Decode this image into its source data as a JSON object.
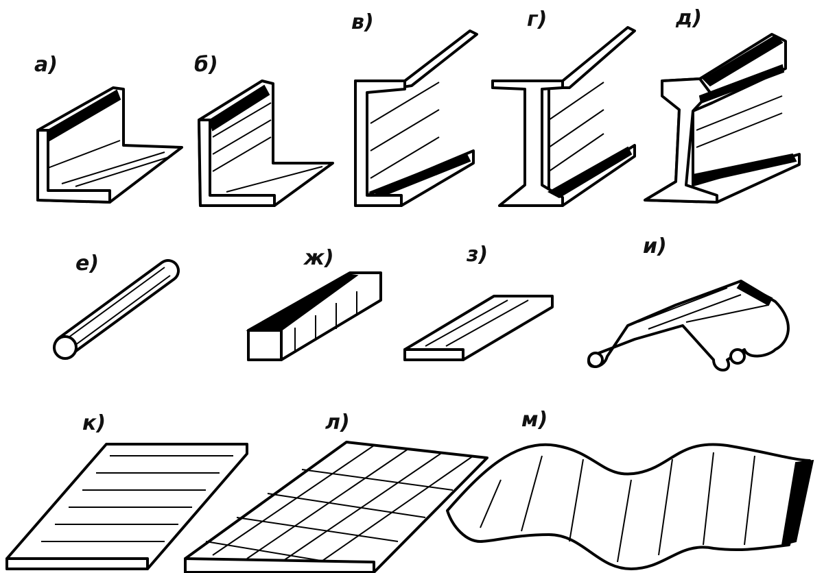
{
  "figure": {
    "labels": {
      "a": "а)",
      "b": "б)",
      "v": "в)",
      "g": "г)",
      "d": "д)",
      "e": "е)",
      "zh": "ж)",
      "z": "з)",
      "i": "и)",
      "k": "к)",
      "l": "л)",
      "m": "м)"
    }
  },
  "colors": {
    "ink": "#000000",
    "paper": "#ffffff"
  }
}
